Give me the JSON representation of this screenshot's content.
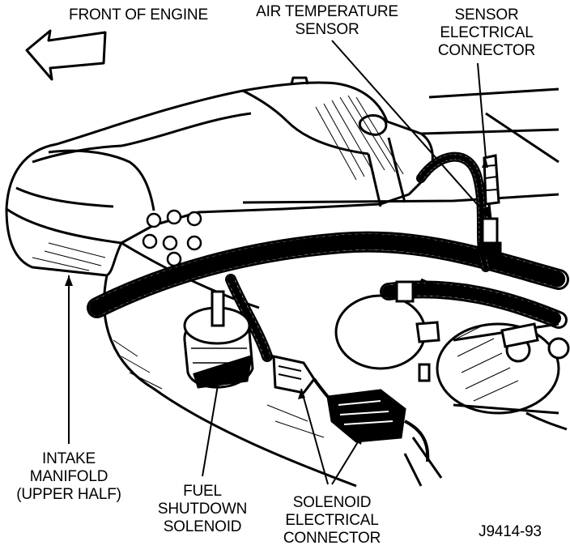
{
  "labels": {
    "front_of_engine": "FRONT OF ENGINE",
    "air_temp_sensor": [
      "AIR TEMPERATURE",
      "SENSOR"
    ],
    "sensor_electrical_connector": [
      "SENSOR",
      "ELECTRICAL",
      "CONNECTOR"
    ],
    "intake_manifold": [
      "INTAKE",
      "MANIFOLD",
      "(UPPER HALF)"
    ],
    "fuel_shutdown_solenoid": [
      "FUEL",
      "SHUTDOWN",
      "SOLENOID"
    ],
    "solenoid_electrical_connector": [
      "SOLENOID",
      "ELECTRICAL",
      "CONNECTOR"
    ]
  },
  "figure_id": "J9414-93",
  "colors": {
    "ink": "#000000",
    "paper": "#ffffff"
  }
}
